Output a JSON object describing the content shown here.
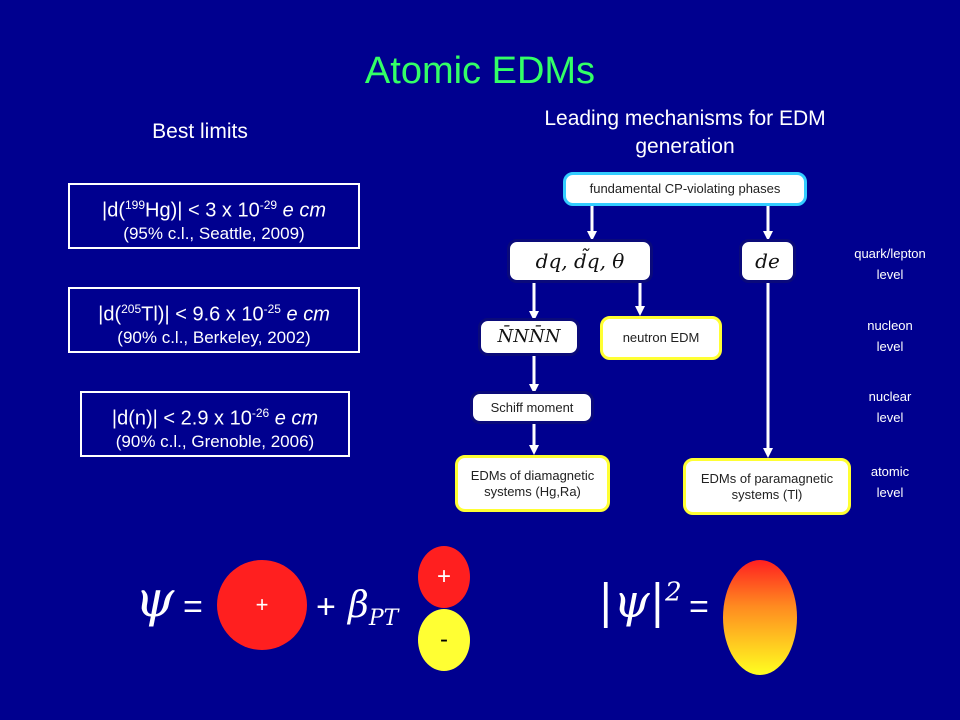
{
  "title": "Atomic EDMs",
  "left": {
    "heading": "Best limits",
    "limits": [
      {
        "prefix": "|d(",
        "sup": "199",
        "element": "Hg)| < 3 x 10",
        "exp": "-29",
        "unit": " e cm",
        "note": "(95% c.l.,  Seattle, 2009)"
      },
      {
        "prefix": "|d(",
        "sup": "205",
        "element": "Tl)| < 9.6 x 10",
        "exp": "-25",
        "unit": " e cm",
        "note": "(90% c.l.,  Berkeley, 2002)"
      },
      {
        "prefix": "|d(n)| < 2.9 x 10",
        "sup": "",
        "element": "",
        "exp": "-26",
        "unit": " e cm",
        "note": "(90% c.l., Grenoble, 2006)"
      }
    ]
  },
  "right": {
    "heading_line1": "Leading mechanisms for EDM",
    "heading_line2": "generation",
    "nodes": {
      "top": "fundamental CP-violating phases",
      "quark": "dq,  d̃q,  θ",
      "electron": "de",
      "nnnn": "N̄NN̄N",
      "neutron": "neutron EDM",
      "schiff": "Schiff moment",
      "dia_line1": "EDMs of diamagnetic",
      "dia_line2": "systems  (Hg,Ra)",
      "para_line1": "EDMs of paramagnetic",
      "para_line2": "systems  (Tl)"
    },
    "levels": [
      {
        "l1": "quark/lepton",
        "l2": "level"
      },
      {
        "l1": "nucleon",
        "l2": "level"
      },
      {
        "l1": "nuclear",
        "l2": "level"
      },
      {
        "l1": "atomic",
        "l2": "level"
      }
    ]
  },
  "bottom": {
    "psi": "ψ",
    "equals": "=",
    "plus": "+",
    "beta": "β",
    "beta_sub": "PT",
    "circle_plus": "+",
    "small_plus": "+",
    "small_minus": "-",
    "psi_sq": "|ψ|",
    "sq": "2",
    "equals2": "=",
    "colors": {
      "red": "#ff1f1f",
      "yellow": "#ffff33",
      "gradient_top": "#ff2020",
      "gradient_bottom": "#ffff20"
    }
  }
}
